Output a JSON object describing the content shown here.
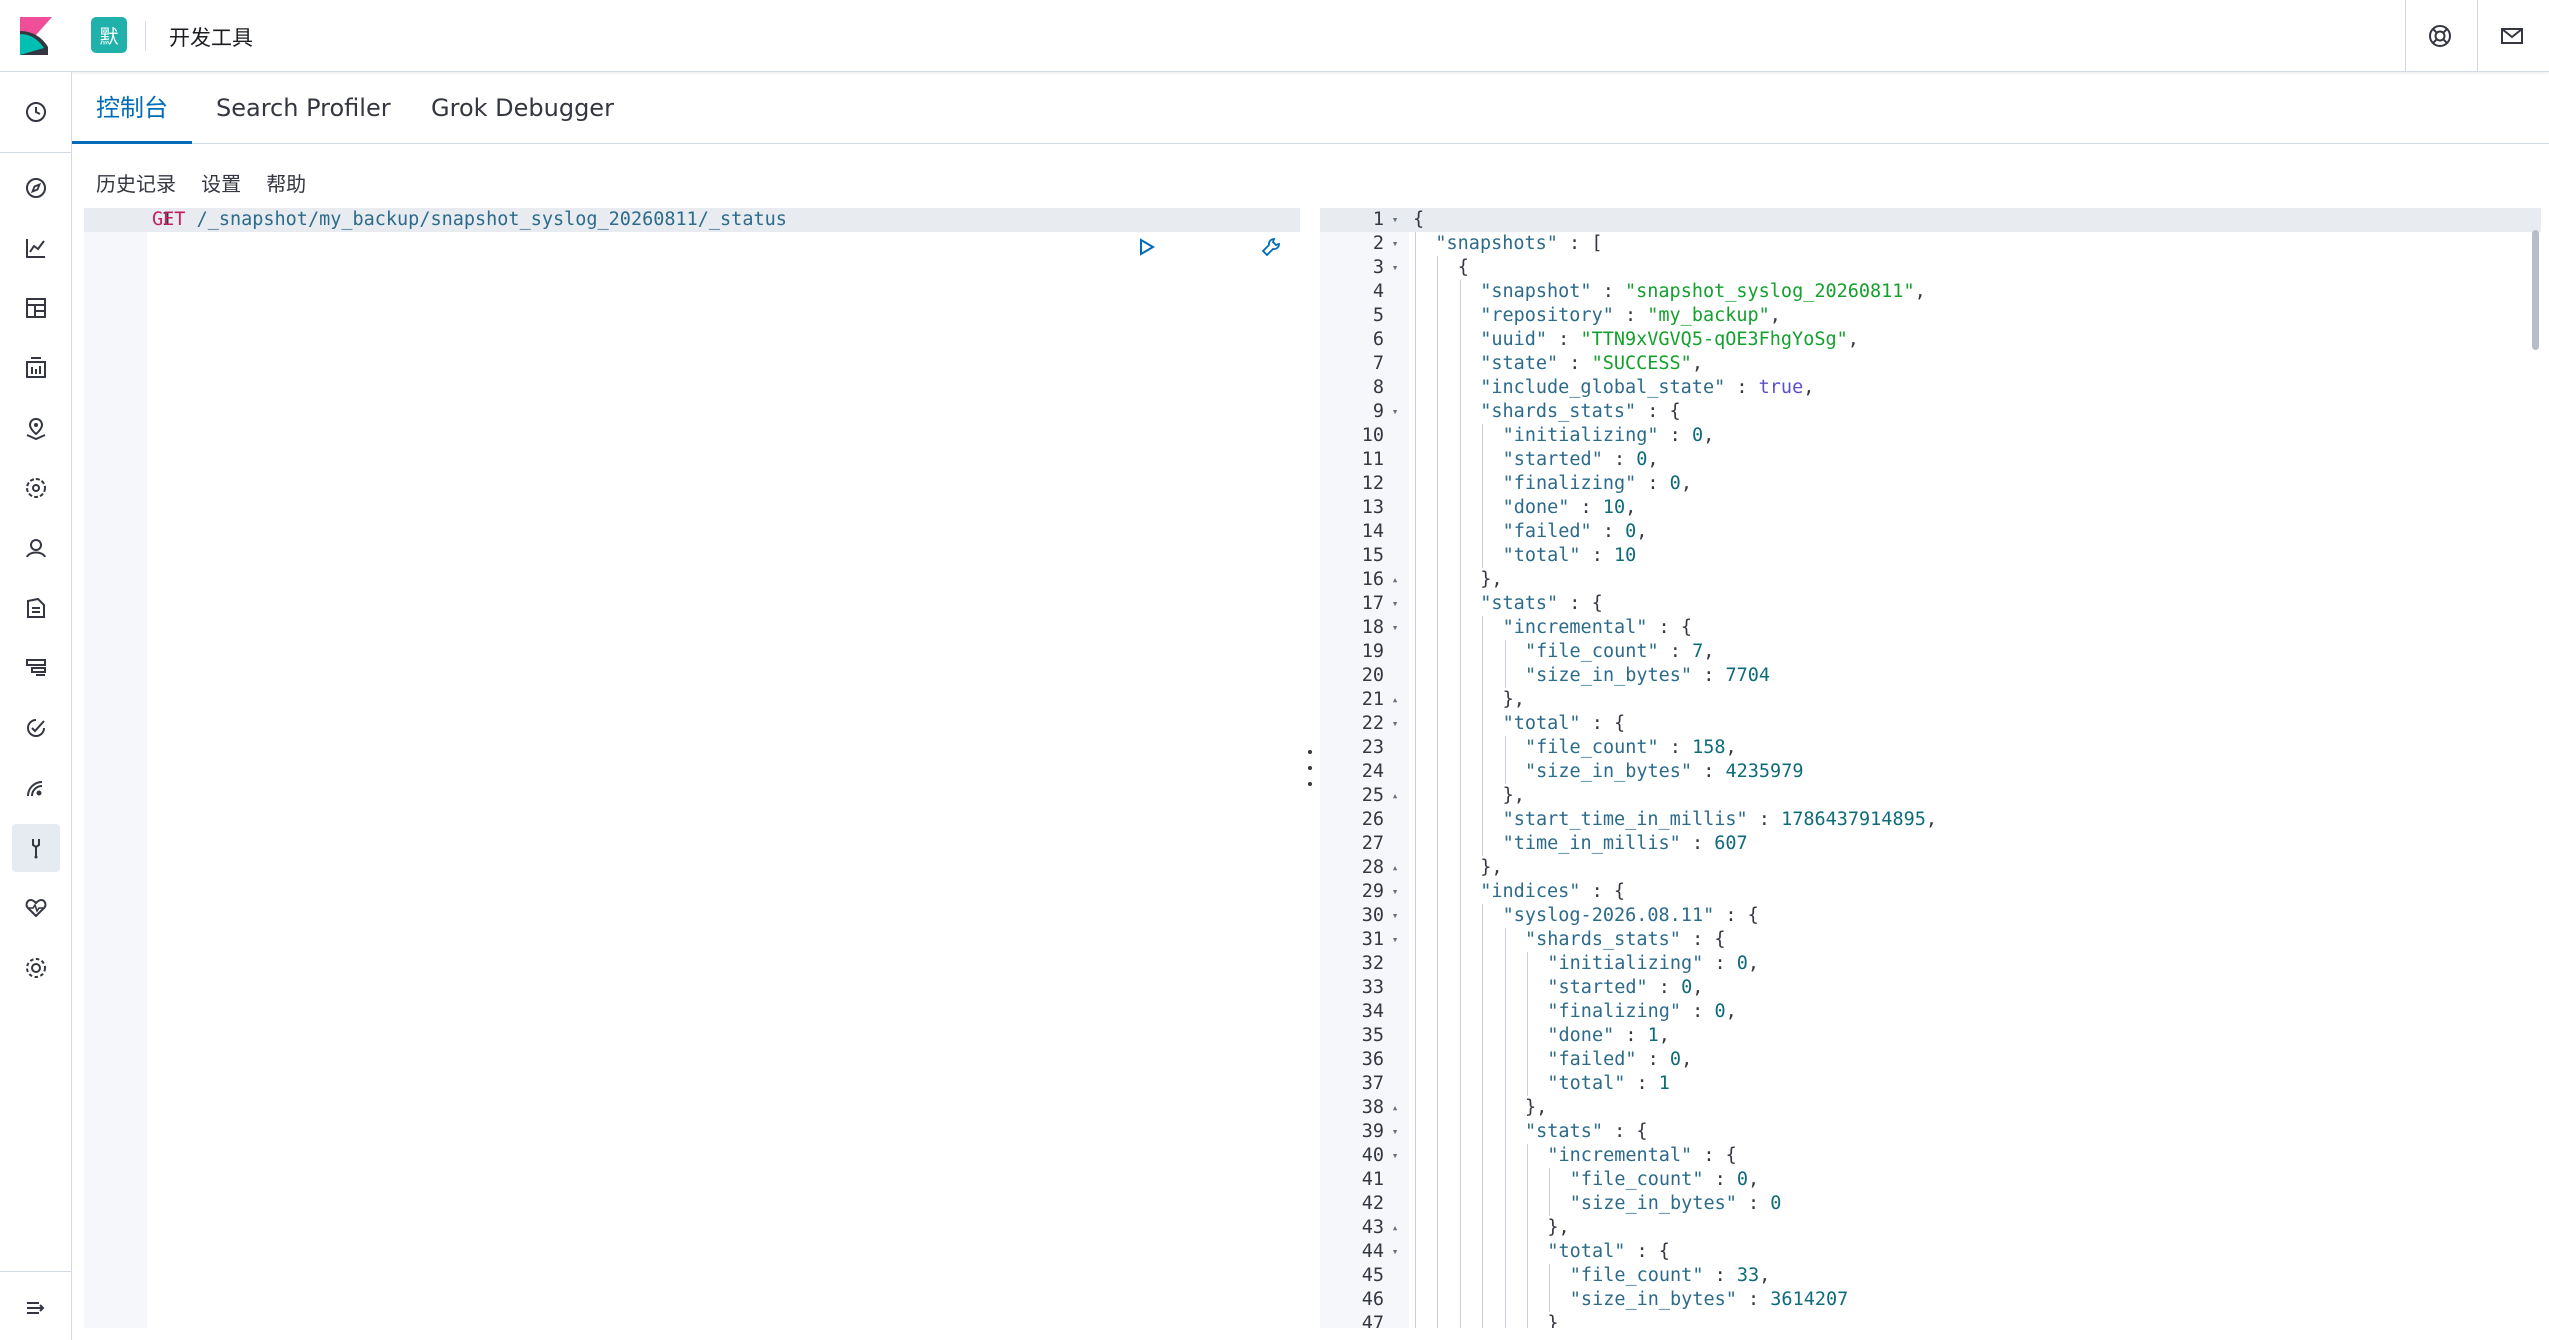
{
  "app": {
    "space_initial": "默",
    "title": "开发工具"
  },
  "tabs": [
    {
      "label": "控制台",
      "active": true
    },
    {
      "label": "Search Profiler",
      "active": false
    },
    {
      "label": "Grok Debugger",
      "active": false
    }
  ],
  "toolbar": {
    "history": "历史记录",
    "settings": "设置",
    "help": "帮助"
  },
  "request": {
    "line_number": "1",
    "method": "GET",
    "path": "/_snapshot/my_backup/snapshot_syslog_20260811/_status"
  },
  "nav_icons": [
    "recent-icon",
    "discover-icon",
    "visualize-icon",
    "dashboard-icon",
    "canvas-icon",
    "maps-icon",
    "ml-icon",
    "siem-icon",
    "logs-icon",
    "apm-icon",
    "uptime-icon",
    "dev-tools-icon",
    "monitoring-icon",
    "management-icon",
    "collapse-menu-icon"
  ],
  "top_icons": [
    "help-icon",
    "newsfeed-icon"
  ],
  "colors": {
    "accent": "#006bb8",
    "space_badge": "#20b2aa",
    "method": "#c61e63",
    "string": "#14a02d",
    "number": "#0e6b7a",
    "boolean": "#5a4fcf"
  },
  "response": {
    "lines": [
      {
        "n": "1",
        "fold": "down",
        "indent": 0,
        "text": "{"
      },
      {
        "n": "2",
        "fold": "down",
        "indent": 1,
        "text": "\"snapshots\" : ["
      },
      {
        "n": "3",
        "fold": "down",
        "indent": 2,
        "text": "{"
      },
      {
        "n": "4",
        "fold": "",
        "indent": 3,
        "text": "\"snapshot\" : \"snapshot_syslog_20260811\","
      },
      {
        "n": "5",
        "fold": "",
        "indent": 3,
        "text": "\"repository\" : \"my_backup\","
      },
      {
        "n": "6",
        "fold": "",
        "indent": 3,
        "text": "\"uuid\" : \"TTN9xVGVQ5-qOE3FhgYoSg\","
      },
      {
        "n": "7",
        "fold": "",
        "indent": 3,
        "text": "\"state\" : \"SUCCESS\","
      },
      {
        "n": "8",
        "fold": "",
        "indent": 3,
        "text": "\"include_global_state\" : true,"
      },
      {
        "n": "9",
        "fold": "down",
        "indent": 3,
        "text": "\"shards_stats\" : {"
      },
      {
        "n": "10",
        "fold": "",
        "indent": 4,
        "text": "\"initializing\" : 0,"
      },
      {
        "n": "11",
        "fold": "",
        "indent": 4,
        "text": "\"started\" : 0,"
      },
      {
        "n": "12",
        "fold": "",
        "indent": 4,
        "text": "\"finalizing\" : 0,"
      },
      {
        "n": "13",
        "fold": "",
        "indent": 4,
        "text": "\"done\" : 10,"
      },
      {
        "n": "14",
        "fold": "",
        "indent": 4,
        "text": "\"failed\" : 0,"
      },
      {
        "n": "15",
        "fold": "",
        "indent": 4,
        "text": "\"total\" : 10"
      },
      {
        "n": "16",
        "fold": "up",
        "indent": 3,
        "text": "},"
      },
      {
        "n": "17",
        "fold": "down",
        "indent": 3,
        "text": "\"stats\" : {"
      },
      {
        "n": "18",
        "fold": "down",
        "indent": 4,
        "text": "\"incremental\" : {"
      },
      {
        "n": "19",
        "fold": "",
        "indent": 5,
        "text": "\"file_count\" : 7,"
      },
      {
        "n": "20",
        "fold": "",
        "indent": 5,
        "text": "\"size_in_bytes\" : 7704"
      },
      {
        "n": "21",
        "fold": "up",
        "indent": 4,
        "text": "},"
      },
      {
        "n": "22",
        "fold": "down",
        "indent": 4,
        "text": "\"total\" : {"
      },
      {
        "n": "23",
        "fold": "",
        "indent": 5,
        "text": "\"file_count\" : 158,"
      },
      {
        "n": "24",
        "fold": "",
        "indent": 5,
        "text": "\"size_in_bytes\" : 4235979"
      },
      {
        "n": "25",
        "fold": "up",
        "indent": 4,
        "text": "},"
      },
      {
        "n": "26",
        "fold": "",
        "indent": 4,
        "text": "\"start_time_in_millis\" : 1786437914895,"
      },
      {
        "n": "27",
        "fold": "",
        "indent": 4,
        "text": "\"time_in_millis\" : 607"
      },
      {
        "n": "28",
        "fold": "up",
        "indent": 3,
        "text": "},"
      },
      {
        "n": "29",
        "fold": "down",
        "indent": 3,
        "text": "\"indices\" : {"
      },
      {
        "n": "30",
        "fold": "down",
        "indent": 4,
        "text": "\"syslog-2026.08.11\" : {"
      },
      {
        "n": "31",
        "fold": "down",
        "indent": 5,
        "text": "\"shards_stats\" : {"
      },
      {
        "n": "32",
        "fold": "",
        "indent": 6,
        "text": "\"initializing\" : 0,"
      },
      {
        "n": "33",
        "fold": "",
        "indent": 6,
        "text": "\"started\" : 0,"
      },
      {
        "n": "34",
        "fold": "",
        "indent": 6,
        "text": "\"finalizing\" : 0,"
      },
      {
        "n": "35",
        "fold": "",
        "indent": 6,
        "text": "\"done\" : 1,"
      },
      {
        "n": "36",
        "fold": "",
        "indent": 6,
        "text": "\"failed\" : 0,"
      },
      {
        "n": "37",
        "fold": "",
        "indent": 6,
        "text": "\"total\" : 1"
      },
      {
        "n": "38",
        "fold": "up",
        "indent": 5,
        "text": "},"
      },
      {
        "n": "39",
        "fold": "down",
        "indent": 5,
        "text": "\"stats\" : {"
      },
      {
        "n": "40",
        "fold": "down",
        "indent": 6,
        "text": "\"incremental\" : {"
      },
      {
        "n": "41",
        "fold": "",
        "indent": 7,
        "text": "\"file_count\" : 0,"
      },
      {
        "n": "42",
        "fold": "",
        "indent": 7,
        "text": "\"size_in_bytes\" : 0"
      },
      {
        "n": "43",
        "fold": "up",
        "indent": 6,
        "text": "},"
      },
      {
        "n": "44",
        "fold": "down",
        "indent": 6,
        "text": "\"total\" : {"
      },
      {
        "n": "45",
        "fold": "",
        "indent": 7,
        "text": "\"file_count\" : 33,"
      },
      {
        "n": "46",
        "fold": "",
        "indent": 7,
        "text": "\"size_in_bytes\" : 3614207"
      },
      {
        "n": "47",
        "fold": "",
        "indent": 6,
        "text": "}"
      }
    ]
  }
}
